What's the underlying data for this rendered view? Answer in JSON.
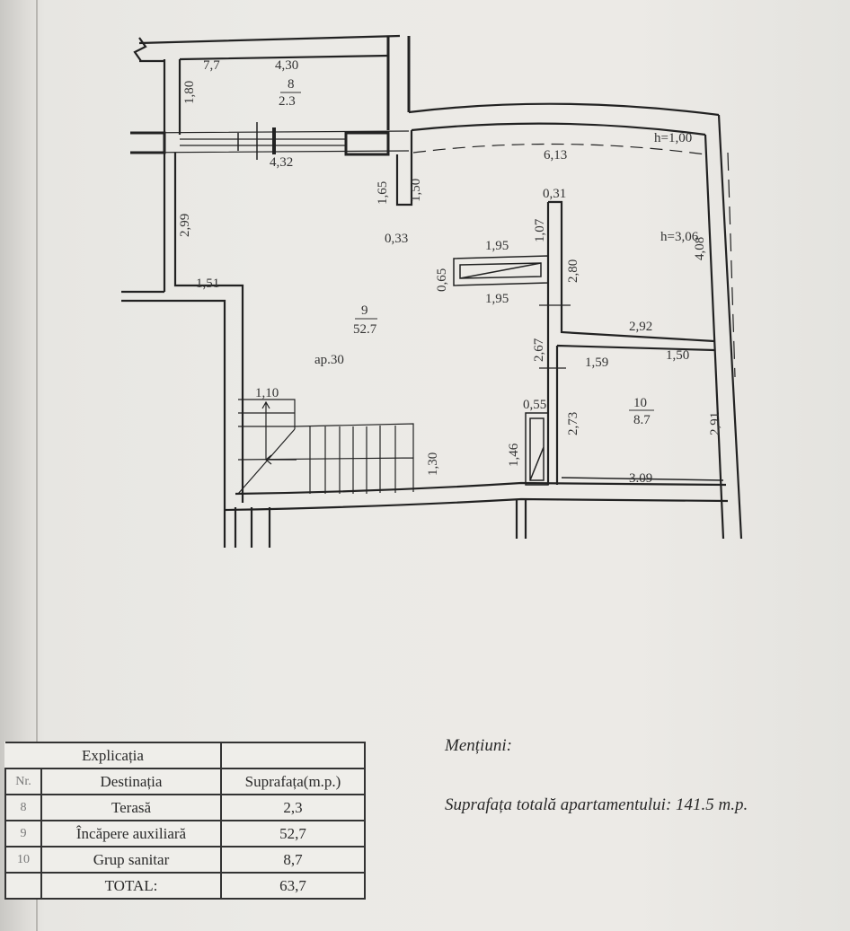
{
  "plan": {
    "apartment_label": "ap.30",
    "rooms": [
      {
        "nr": "8",
        "area": "2.3"
      },
      {
        "nr": "9",
        "area": "52.7"
      },
      {
        "nr": "10",
        "area": "8.7"
      }
    ],
    "dims": {
      "terrace_left": "7,7",
      "terrace_width": "4,30",
      "terrace_height": "1,80",
      "window_width": "4,32",
      "left_wall": "2,99",
      "step_left": "1,51",
      "pillar_165": "1,65",
      "pillar_150": "1,50",
      "pillar_033": "0,33",
      "top_width": "6,13",
      "h_top": "h=1,00",
      "h_right": "h=3,06",
      "right_408": "4,08",
      "partition_031": "0,31",
      "partition_107": "1,07",
      "counter_top": "1,95",
      "counter_bottom": "1,95",
      "counter_height": "0,65",
      "partition_280": "2,80",
      "bath_top": "2,92",
      "partition_267": "2,67",
      "bath_159": "1,59",
      "bath_150": "1,50",
      "stair_110": "1,10",
      "stair_130": "1,30",
      "niche_055": "0,55",
      "niche_146": "1,46",
      "bath_273": "2,73",
      "bath_291": "2,91",
      "bath_bottom": "3.09"
    }
  },
  "legend": {
    "title": "Explicația",
    "headers": [
      "Nr.",
      "Destinația",
      "Suprafața(m.p.)"
    ],
    "rows": [
      {
        "nr": "8",
        "dest": "Terasă",
        "area": "2,3"
      },
      {
        "nr": "9",
        "dest": "Încăpere auxiliară",
        "area": "52,7"
      },
      {
        "nr": "10",
        "dest": "Grup sanitar",
        "area": "8,7"
      }
    ],
    "total_label": "TOTAL:",
    "total_value": "63,7"
  },
  "notes": {
    "title": "Mențiuni:",
    "total_area": "Suprafața totală apartamentului: 141.5 m.p."
  }
}
